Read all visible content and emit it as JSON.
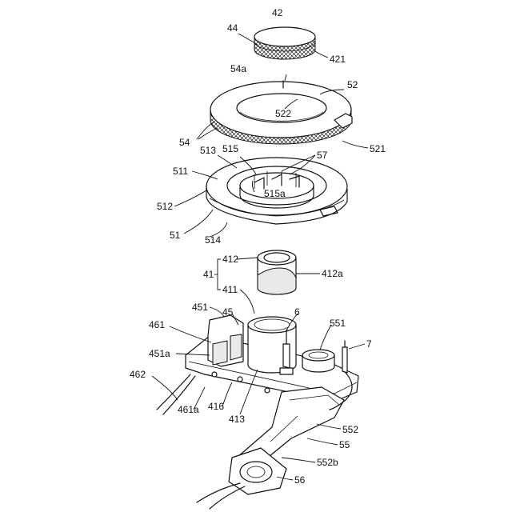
{
  "labels": {
    "l42": "42",
    "l44": "44",
    "l421": "421",
    "l54a": "54a",
    "l52": "52",
    "l522": "522",
    "l54": "54",
    "l521": "521",
    "l513": "513",
    "l515": "515",
    "l57": "57",
    "l511": "511",
    "l515a": "515a",
    "l512": "512",
    "l51": "51",
    "l514": "514",
    "l41": "41",
    "l412": "412",
    "l412a": "412a",
    "l411": "411",
    "l451": "451",
    "l45": "45",
    "l6": "6",
    "l551": "551",
    "l461": "461",
    "l7": "7",
    "l451a": "451a",
    "l462": "462",
    "l461a": "461a",
    "l416": "416",
    "l413": "413",
    "l552": "552",
    "l55": "55",
    "l552b": "552b",
    "l56": "56"
  }
}
